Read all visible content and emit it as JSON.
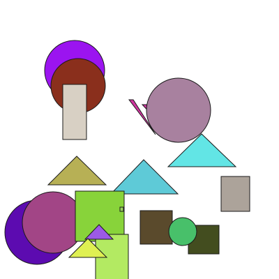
{
  "scene": {
    "background": "#ffffff",
    "stroke_color": "#1a1a1a"
  },
  "shapes": [
    {
      "id": "violet-circle",
      "kind": "circle",
      "fill": "#9b14f0"
    },
    {
      "id": "brown-circle",
      "kind": "circle",
      "fill": "#8a2f1c"
    },
    {
      "id": "beige-rectangle",
      "kind": "rect",
      "fill": "#d8d0c4"
    },
    {
      "id": "magenta-sliver",
      "kind": "polygon",
      "fill": "#d0359f"
    },
    {
      "id": "mauve-circle",
      "kind": "circle",
      "fill": "#a8819f"
    },
    {
      "id": "cyan-triangle",
      "kind": "polygon",
      "fill": "#62e5e5"
    },
    {
      "id": "olive-triangle",
      "kind": "polygon",
      "fill": "#b7b055"
    },
    {
      "id": "teal-triangle",
      "kind": "polygon",
      "fill": "#5ecad7"
    },
    {
      "id": "taupe-rectangle",
      "kind": "rect",
      "fill": "#aca39a"
    },
    {
      "id": "indigo-circle",
      "kind": "circle",
      "fill": "#5c0bb0"
    },
    {
      "id": "raspberry-circle",
      "kind": "circle",
      "fill": "#a24586"
    },
    {
      "id": "lime-square",
      "kind": "rect",
      "fill": "#88d33a"
    },
    {
      "id": "tiny-square",
      "kind": "rect",
      "fill": "#9ad060"
    },
    {
      "id": "light-green-rectangle",
      "kind": "rect",
      "fill": "#b3ea62"
    },
    {
      "id": "lilac-triangle",
      "kind": "polygon",
      "fill": "#9c5ae6"
    },
    {
      "id": "yellow-triangle",
      "kind": "polygon",
      "fill": "#dff052"
    },
    {
      "id": "dark-brown-square",
      "kind": "rect",
      "fill": "#5a4a2c"
    },
    {
      "id": "dark-olive-rectangle",
      "kind": "rect",
      "fill": "#434d1f"
    },
    {
      "id": "green-circle",
      "kind": "circle",
      "fill": "#48c06a"
    }
  ]
}
